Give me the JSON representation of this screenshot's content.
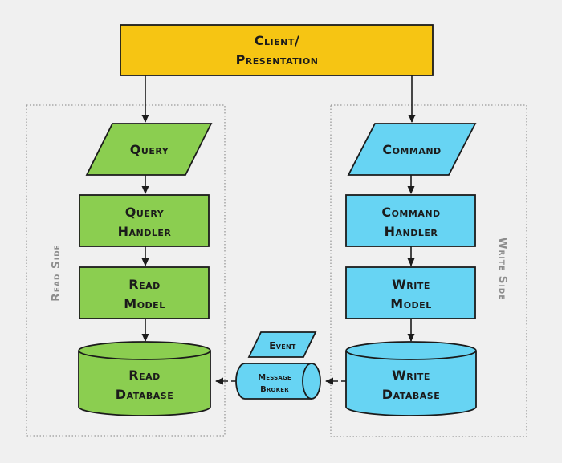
{
  "diagram": {
    "client_box": {
      "line1": "Client/",
      "line2": "Presentation"
    },
    "read_side": {
      "label": "Read Side",
      "query": "Query",
      "query_handler": {
        "line1": "Query",
        "line2": "Handler"
      },
      "read_model": {
        "line1": "Read",
        "line2": "Model"
      },
      "read_database": {
        "line1": "Read",
        "line2": "Database"
      }
    },
    "write_side": {
      "label": "Write Side",
      "command": "Command",
      "command_handler": {
        "line1": "Command",
        "line2": "Handler"
      },
      "write_model": {
        "line1": "Write",
        "line2": "Model"
      },
      "write_database": {
        "line1": "Write",
        "line2": "Database"
      }
    },
    "middle": {
      "event": "Event",
      "message_broker": {
        "line1": "Message",
        "line2": "Broker"
      }
    },
    "colors": {
      "background": "#f0f0f0",
      "client_fill": "#f6c513",
      "read_fill": "#8bce50",
      "write_fill": "#67d4f3",
      "shape_stroke": "#1b1b1b",
      "container_border": "#999999",
      "side_label_text": "#8c8c8c"
    }
  }
}
